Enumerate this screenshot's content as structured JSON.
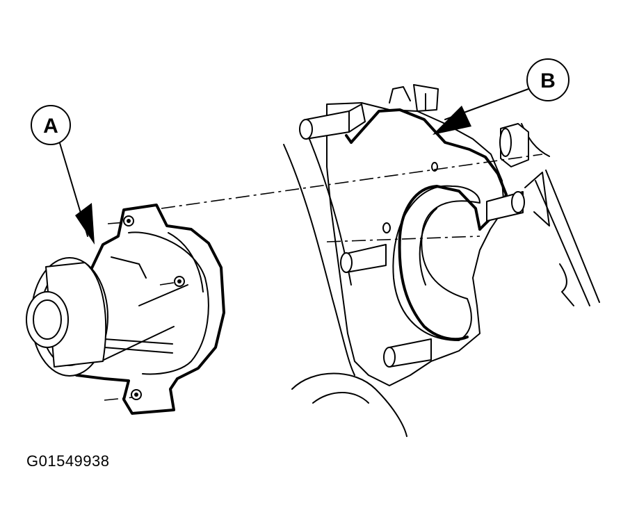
{
  "callouts": {
    "a": "A",
    "b": "B"
  },
  "figure_id": "G01549938"
}
